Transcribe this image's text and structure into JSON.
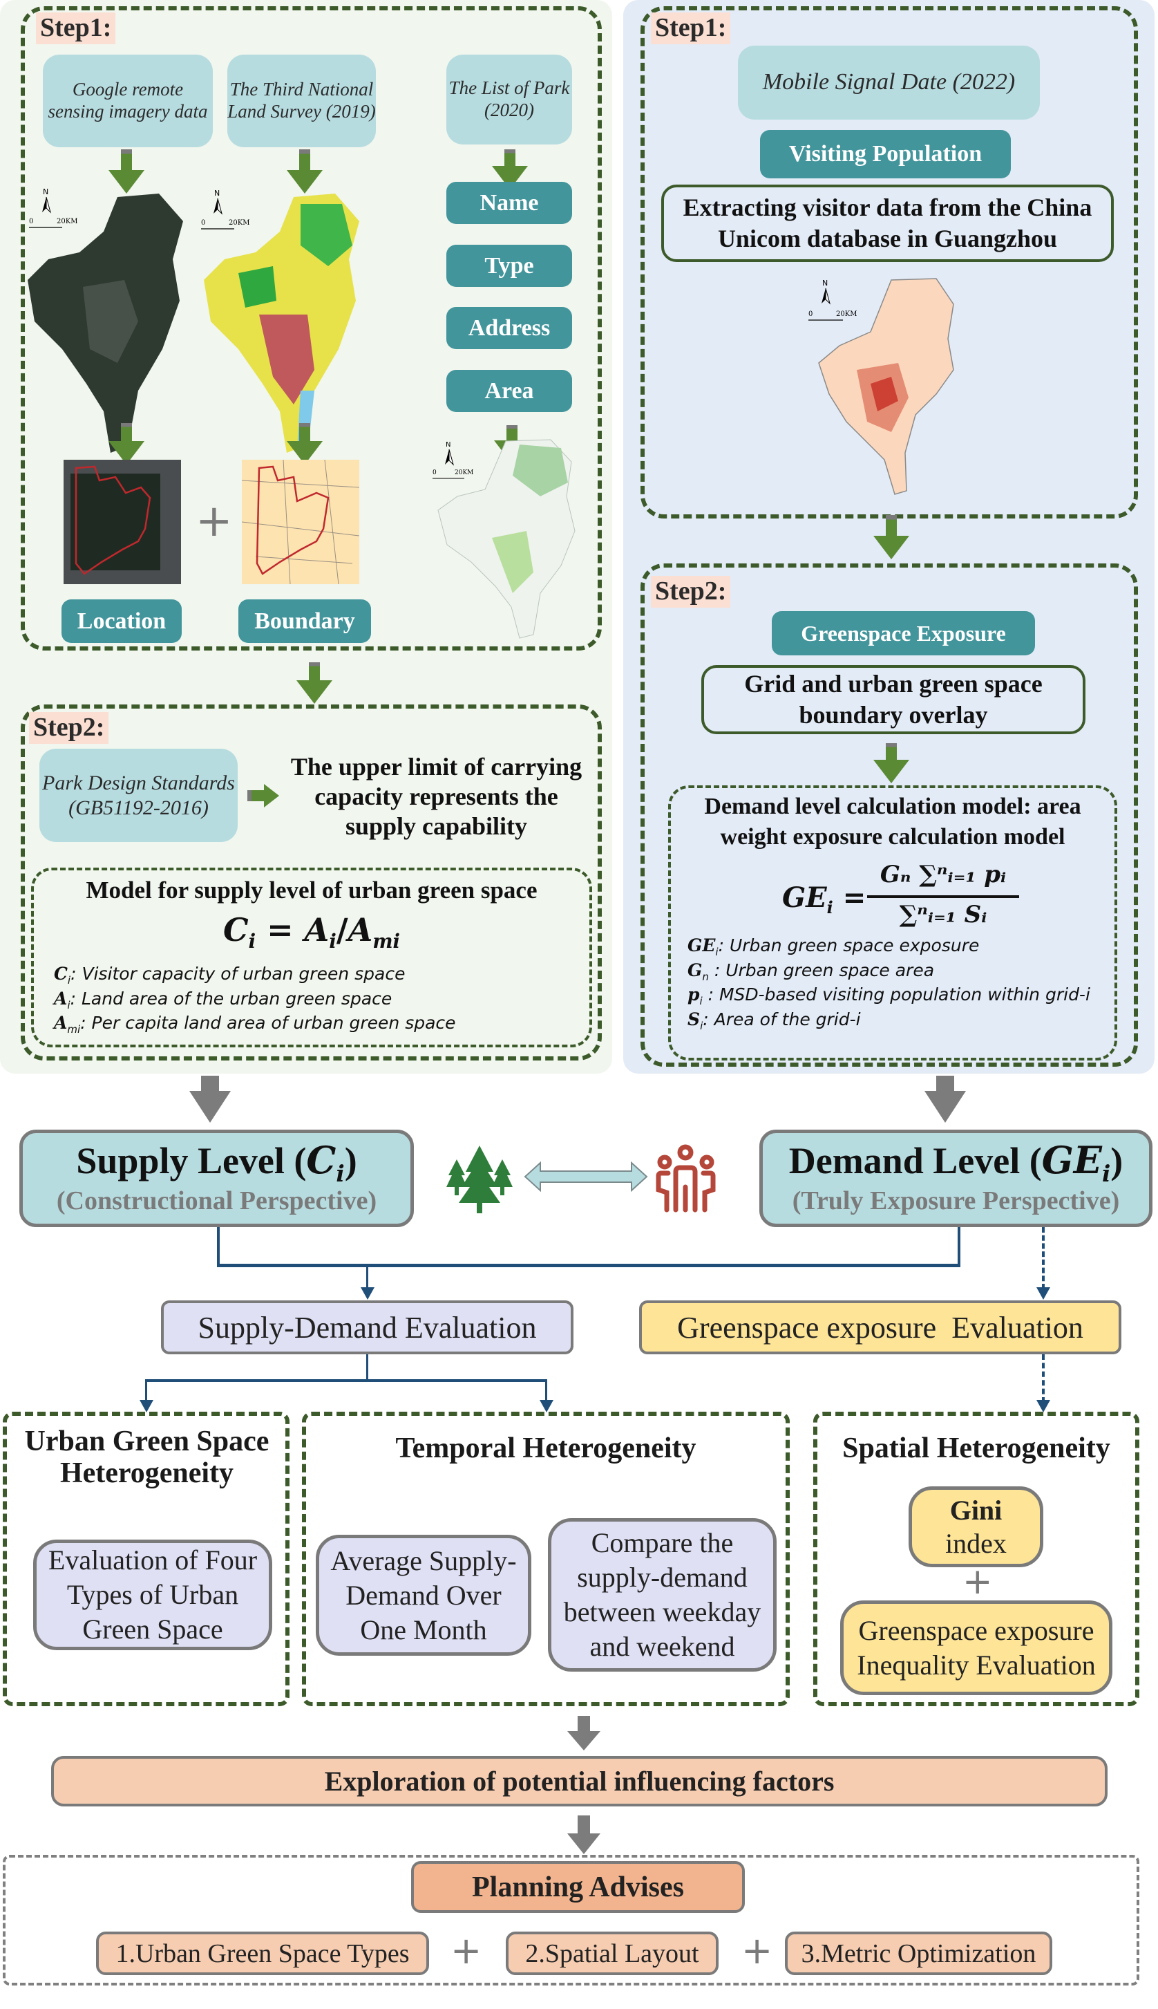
{
  "supply_side": {
    "step1": {
      "label": "Step1:",
      "sources": [
        {
          "text": "Google remote sensing imagery data"
        },
        {
          "text": "The Third National Land Survey (2019)"
        },
        {
          "text": "The List of Park (2020)"
        }
      ],
      "park_attributes": [
        "Name",
        "Type",
        "Address",
        "Area"
      ],
      "outputs": [
        "Location",
        "Boundary"
      ],
      "map_labels": {
        "north": "N",
        "scale_zero": "0",
        "scale_end": "20KM"
      },
      "plus": "+"
    },
    "step2": {
      "label": "Step2:",
      "standard": "Park Design Standards (GB51192-2016)",
      "statement": "The upper limit of carrying capacity represents the supply capability",
      "model_title": "Model for supply level of urban green space",
      "formula": {
        "lhs": "C",
        "lhs_sub": "i",
        "eq": "=",
        "num": "A",
        "num_sub": "i",
        "slash": "/",
        "den": "A",
        "den_sub": "mi"
      },
      "definitions": [
        {
          "sym": "C",
          "sub": "i",
          "text": ": Visitor capacity of urban green space"
        },
        {
          "sym": "A",
          "sub": "i",
          "text": ": Land area of the urban green space"
        },
        {
          "sym": "A",
          "sub": "mi",
          "text": ": Per capita land area of urban green space"
        }
      ]
    }
  },
  "demand_side": {
    "step1": {
      "label": "Step1:",
      "source": "Mobile Signal Date (2022)",
      "indicator": "Visiting Population",
      "statement": "Extracting visitor data from the China Unicom database in Guangzhou",
      "map_labels": {
        "north": "N",
        "scale_zero": "0",
        "scale_end": "20KM"
      }
    },
    "step2": {
      "label": "Step2:",
      "indicator": "Greenspace Exposure",
      "statement": "Grid and urban green space boundary overlay",
      "model_title": "Demand level calculation model: area weight exposure calculation model",
      "formula": {
        "lhs": "GE",
        "lhs_sub": "i",
        "eq": "=",
        "num": "Gₙ ∑ⁿᵢ₌₁ pᵢ",
        "den": "∑ⁿᵢ₌₁ Sᵢ"
      },
      "definitions": [
        {
          "sym": "GE",
          "sub": "i",
          "text": ": Urban green space exposure"
        },
        {
          "sym": "G",
          "sub": "n",
          "text": " : Urban green space area"
        },
        {
          "sym": "p",
          "sub": "i",
          "text": " : MSD-based visiting population within grid-i"
        },
        {
          "sym": "S",
          "sub": "i",
          "text": ": Area of the grid-i"
        }
      ]
    }
  },
  "levels": {
    "supply": {
      "title": "Supply Level (",
      "sym": "C",
      "sub": "i",
      "close": ")",
      "subtitle": "(Constructional Perspective)"
    },
    "demand": {
      "title": "Demand Level (",
      "sym": "GE",
      "sub": "i",
      "close": ")",
      "subtitle": "(Truly Exposure Perspective)"
    },
    "icons": {
      "left": "trees-icon",
      "middle": "double-arrow-icon",
      "right": "people-icon"
    }
  },
  "evaluations": {
    "supply_demand": "Supply-Demand Evaluation",
    "greenspace_exposure": "Greenspace exposure  Evaluation"
  },
  "heterogeneity": {
    "ugs": {
      "title": "Urban Green Space Heterogeneity",
      "items": [
        "Evaluation of Four Types of Urban Green Space"
      ]
    },
    "temporal": {
      "title": "Temporal Heterogeneity",
      "items": [
        "Average Supply-Demand Over One Month",
        "Compare the supply-demand between weekday and weekend"
      ]
    },
    "spatial": {
      "title": "Spatial Heterogeneity",
      "gini_bold": "Gini",
      "gini_rest": "index",
      "plus": "+",
      "inequality": "Greenspace exposure Inequality Evaluation"
    }
  },
  "exploration": "Exploration of potential influencing factors",
  "planning": {
    "title": "Planning Advises",
    "items": [
      "1.Urban Green Space Types",
      "2.Spatial Layout",
      "3.Metric Optimization"
    ],
    "plus": "+"
  },
  "colors": {
    "teal": "#43959c",
    "light_teal": "#b7dce0",
    "dash_green": "#3c5a2a",
    "arrow_green": "#5b8a35",
    "arrow_gray": "#7c7c7c",
    "connector_blue": "#1f4e79",
    "lavender": "#dfe0f4",
    "yellow": "#fde497",
    "peach": "#f7cdb1",
    "peach_dark": "#f2b48e",
    "tree_green": "#2f7d3a",
    "people_red": "#b5473a"
  }
}
